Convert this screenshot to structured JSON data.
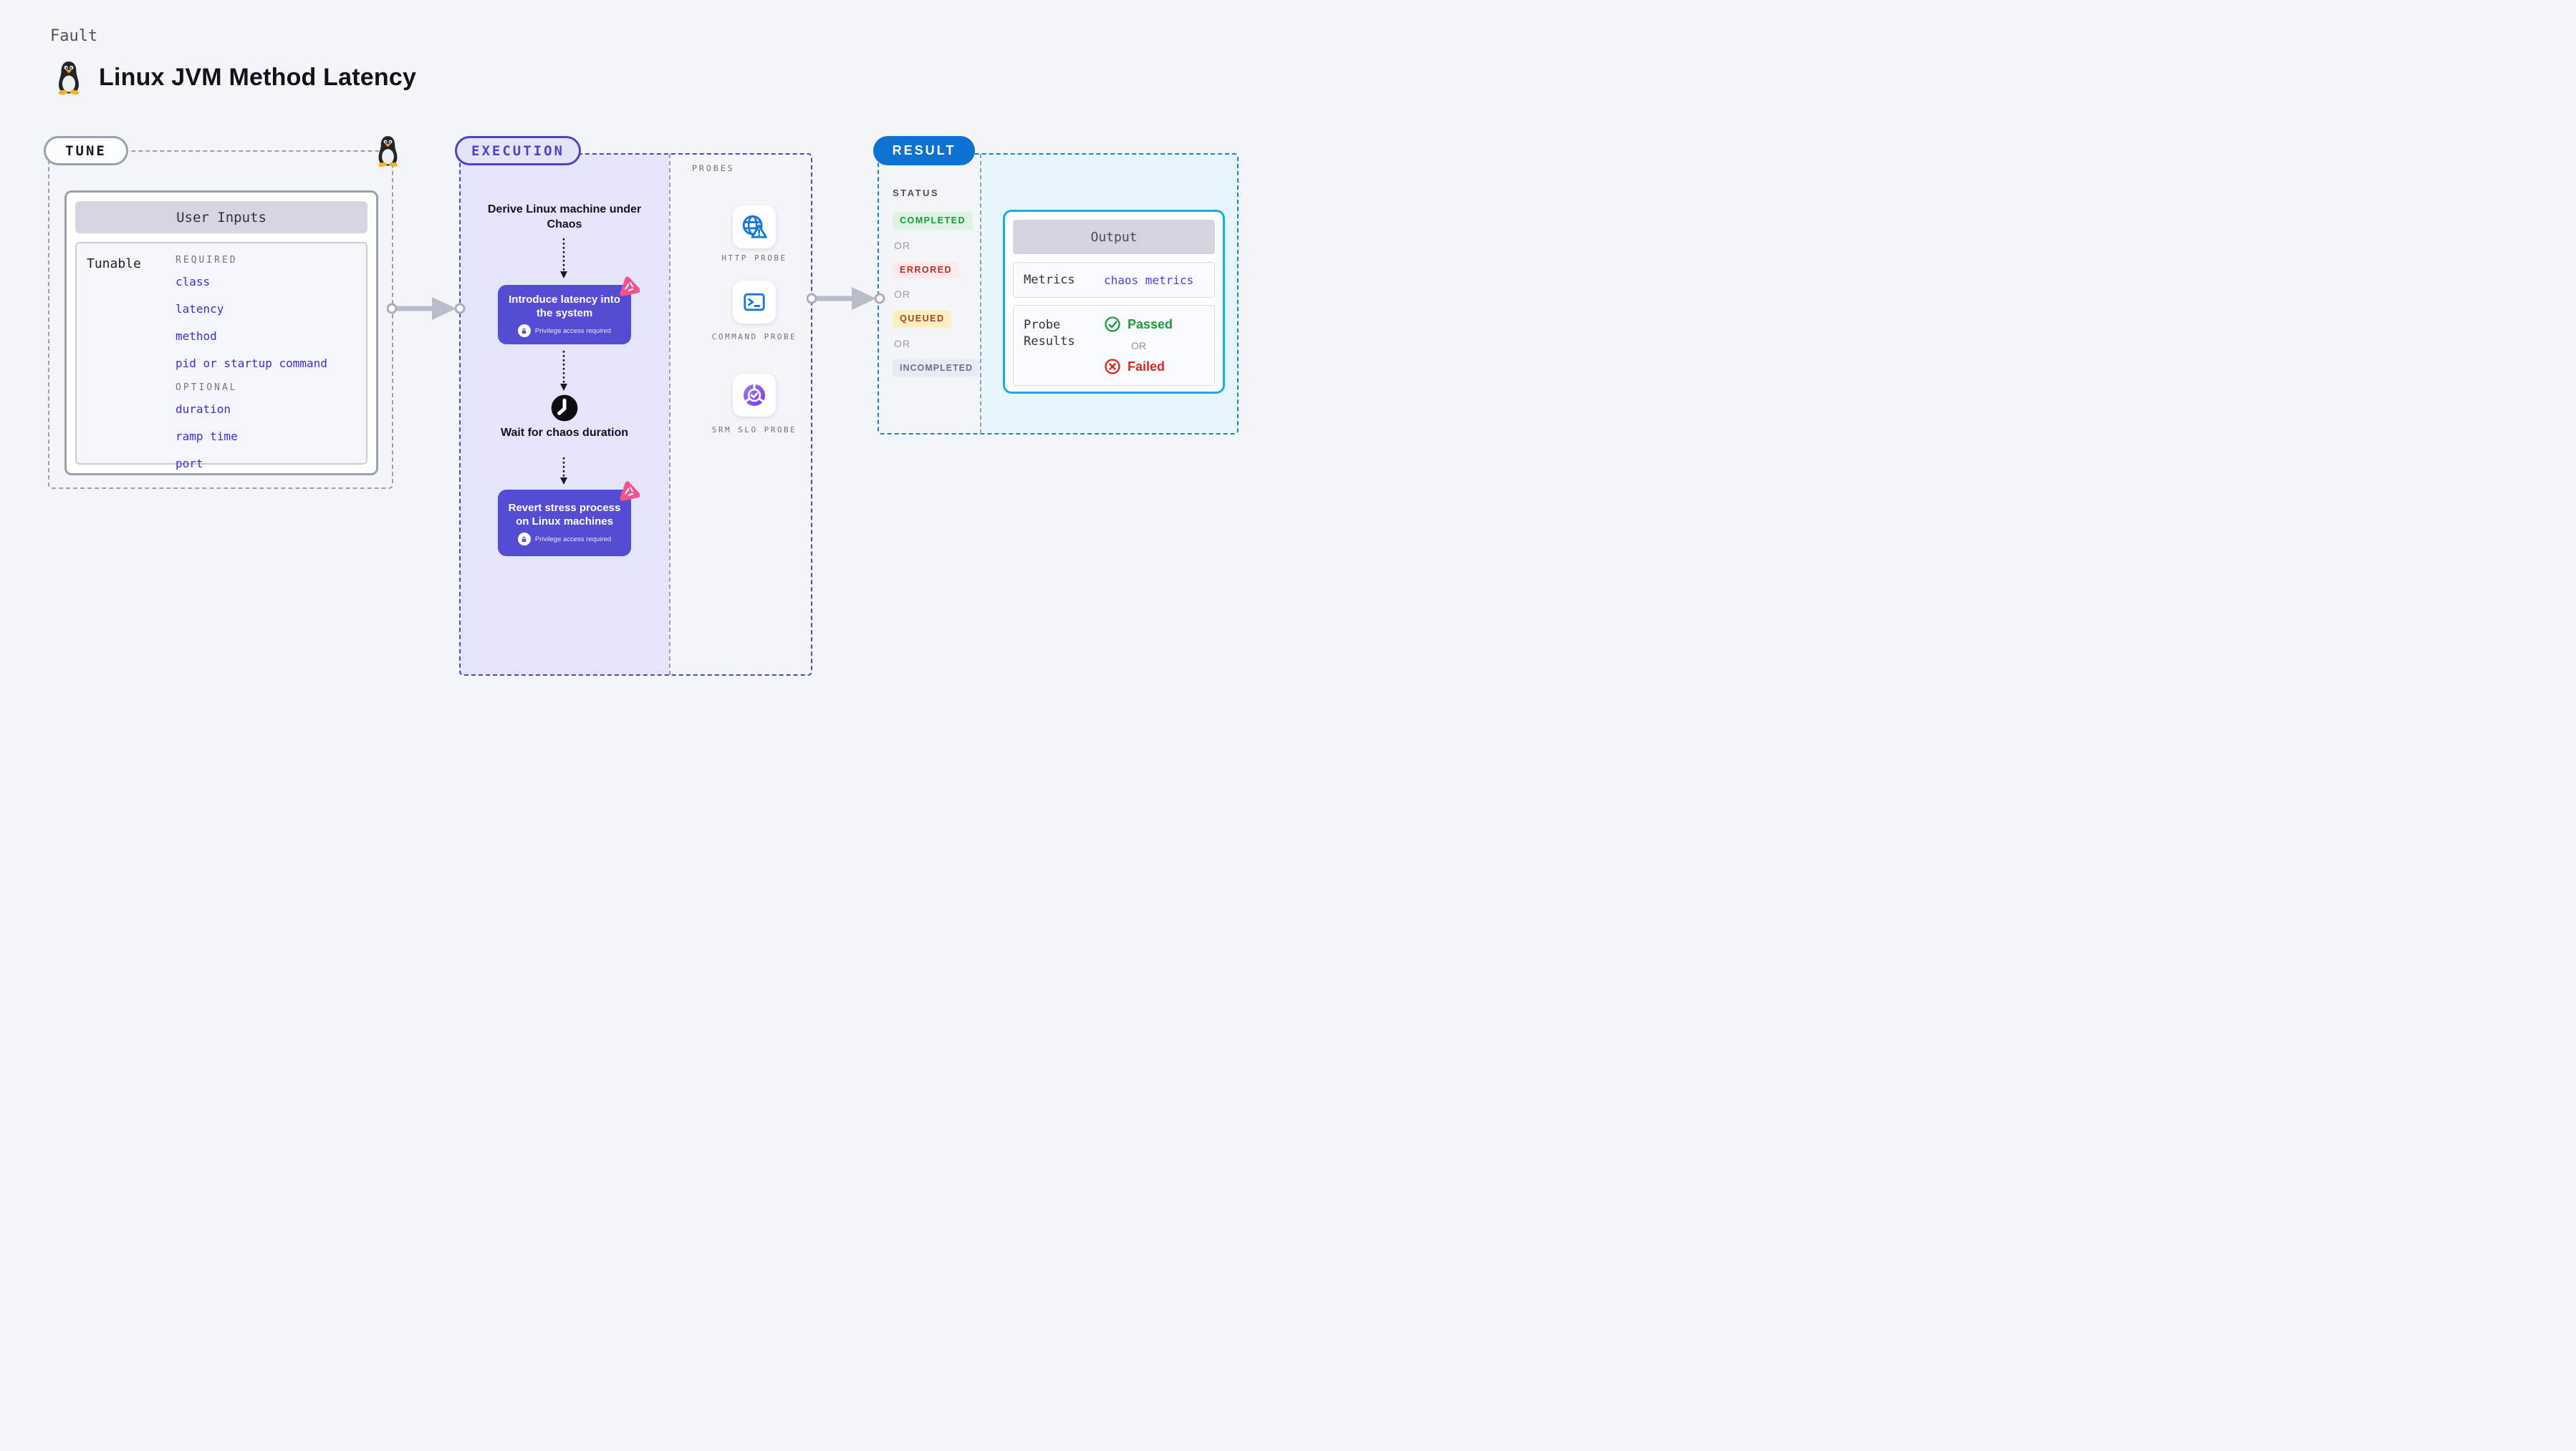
{
  "page": {
    "fault_label": "Fault",
    "title": "Linux JVM Method Latency"
  },
  "tune": {
    "pill": "TUNE",
    "table_header": "User Inputs",
    "row_label": "Tunable",
    "required_label": "REQUIRED",
    "required": [
      "class",
      "latency",
      "method",
      "pid or startup command"
    ],
    "optional_label": "OPTIONAL",
    "optional": [
      "duration",
      "ramp time",
      "port"
    ]
  },
  "execution": {
    "pill": "EXECUTION",
    "derive_step": "Derive Linux machine under Chaos",
    "introduce_step": "Introduce latency into the system",
    "privilege_note": "Privilege access required",
    "wait_step": "Wait for chaos duration",
    "revert_step": "Revert stress process on Linux machines"
  },
  "probes": {
    "header": "PROBES",
    "items": [
      {
        "label": "HTTP PROBE",
        "icon": "globe-warning-icon"
      },
      {
        "label": "COMMAND PROBE",
        "icon": "terminal-icon"
      },
      {
        "label": "SRM SLO PROBE",
        "icon": "slo-pie-check-icon"
      }
    ]
  },
  "result": {
    "pill": "RESULT",
    "status_header": "STATUS",
    "or_label": "OR",
    "statuses": [
      {
        "label": "COMPLETED",
        "color": "#179a3c"
      },
      {
        "label": "ERRORED",
        "color": "#cb271f"
      },
      {
        "label": "QUEUED",
        "color": "#bc3b16"
      },
      {
        "label": "INCOMPLETED",
        "color": "#6a7087"
      }
    ],
    "output": {
      "header": "Output",
      "metrics_label": "Metrics",
      "metrics_value": "chaos metrics",
      "probe_results_label": "Probe Results",
      "passed": "Passed",
      "failed": "Failed"
    }
  },
  "colors": {
    "page_bg": "#f3f5f9",
    "tune_dash": "#9aa2b0",
    "execution_dash": "#4b45d2",
    "execution_fill": "#e4e4fa",
    "result_dash": "#1a82d8",
    "result_pill": "#0e72d2",
    "result_fill": "#e7f5fc",
    "output_border": "#14ade8",
    "button_purple": "#544cd3",
    "chaos_pink": "#f5538b",
    "tunable_blue": "#392fd9",
    "probe_icon_blue": "#1878d8",
    "passed_green": "#1d9b3b",
    "failed_red": "#d02b1e"
  }
}
